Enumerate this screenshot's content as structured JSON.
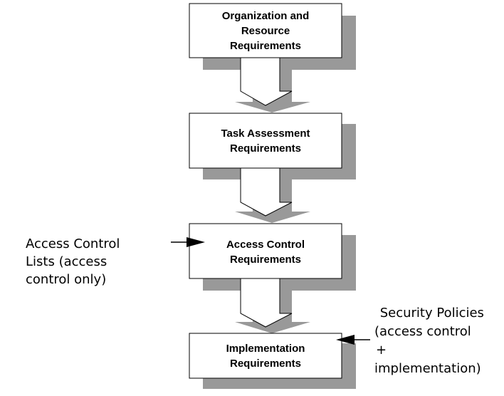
{
  "diagram": {
    "steps": [
      {
        "id": "org",
        "lines": [
          "Organization and",
          "Resource",
          "Requirements"
        ]
      },
      {
        "id": "task",
        "lines": [
          "Task Assessment",
          "Requirements"
        ]
      },
      {
        "id": "acr",
        "lines": [
          "Access Control",
          "Requirements"
        ]
      },
      {
        "id": "impl",
        "lines": [
          "Implementation",
          "Requirements"
        ]
      }
    ],
    "annotations": [
      {
        "id": "acl",
        "lines": [
          "Access Control",
          "Lists (access",
          "control only)"
        ],
        "points_to": "acr"
      },
      {
        "id": "secpol",
        "lines": [
          " Security Policies",
          "(access control",
          "+",
          "implementation)"
        ],
        "points_to": "impl"
      }
    ]
  },
  "colors": {
    "shadow": "#999999",
    "box_fill": "#ffffff",
    "stroke": "#000000"
  }
}
